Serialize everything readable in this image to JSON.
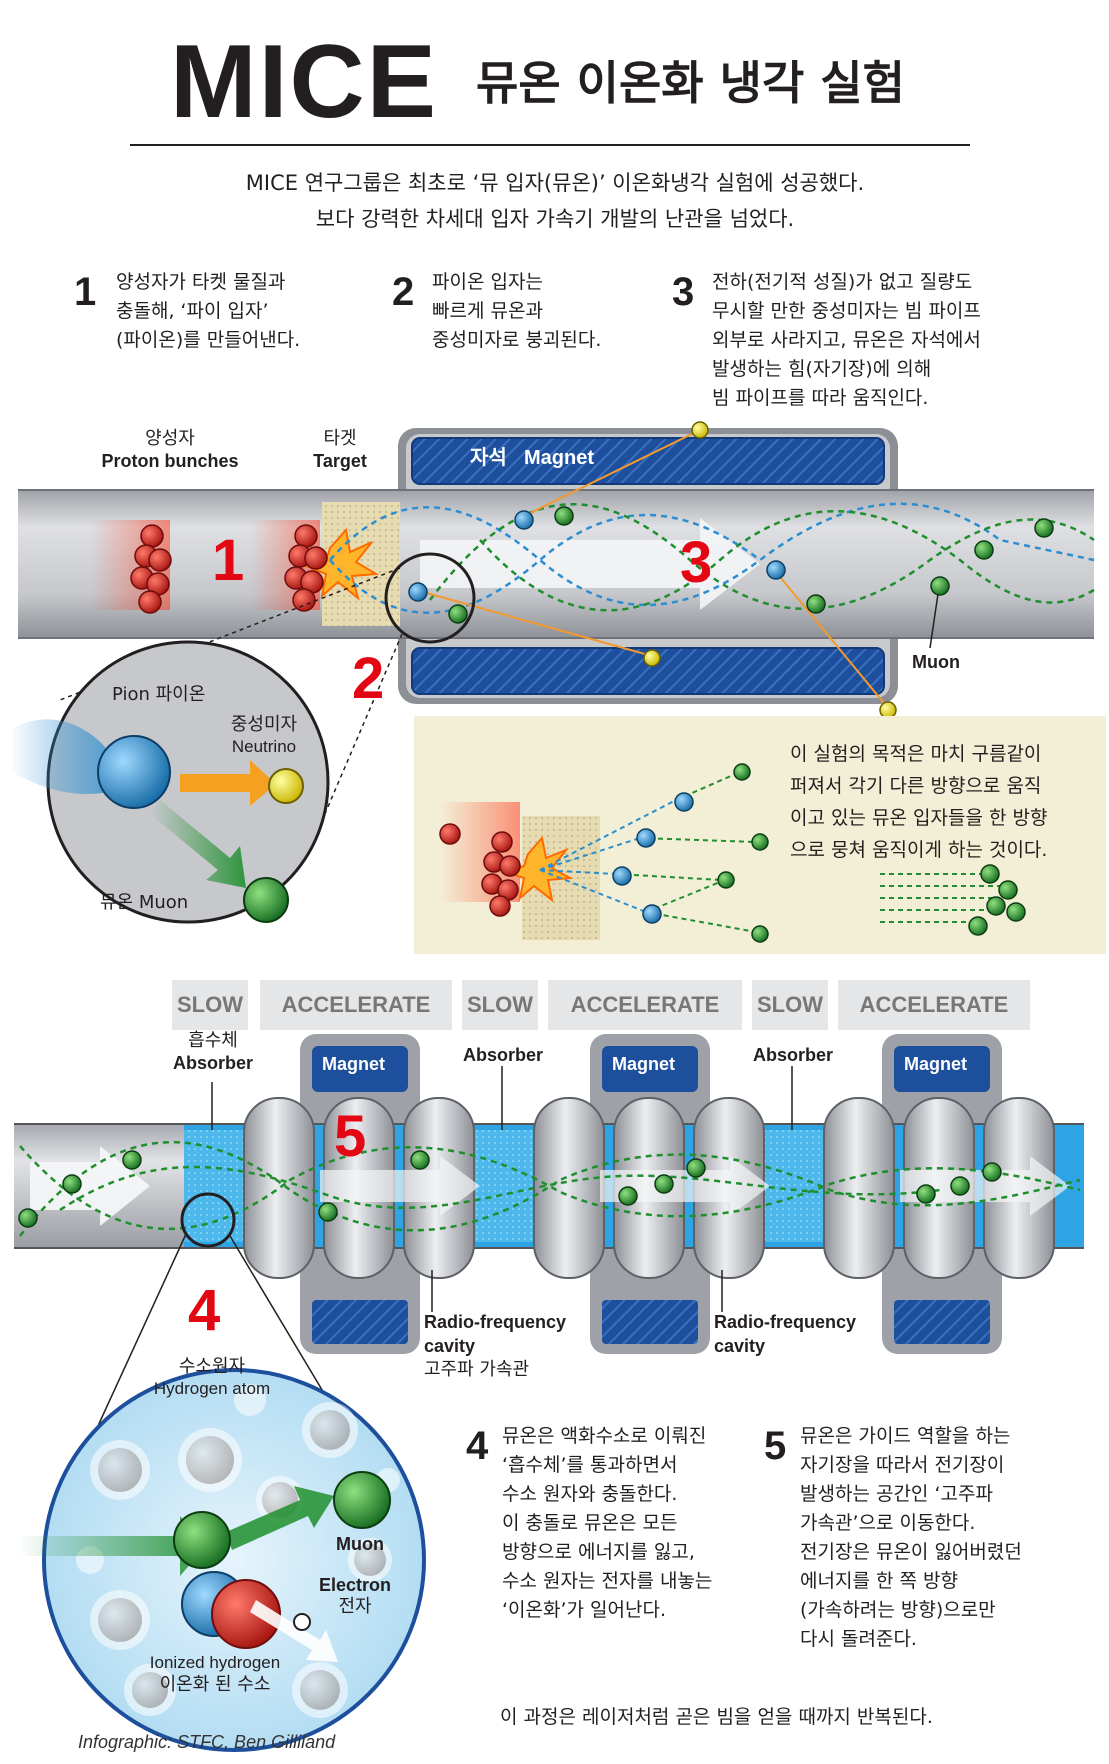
{
  "header": {
    "title": "MICE",
    "subtitle": "뮤온 이온화 냉각 실험",
    "intro_line1": "MICE 연구그룹은 최초로 ‘뮤 입자(뮤온)’ 이온화냉각 실험에 성공했다.",
    "intro_line2": "보다 강력한 차세대 입자 가속기 개발의 난관을 넘었다."
  },
  "steps": [
    {
      "num": "1",
      "lines": [
        "양성자가 타켓 물질과",
        "충돌해, ‘파이 입자’",
        "(파이온)를 만들어낸다."
      ]
    },
    {
      "num": "2",
      "lines": [
        "파이온 입자는",
        "빠르게 뮤온과",
        "중성미자로 붕괴된다."
      ]
    },
    {
      "num": "3",
      "lines": [
        "전하(전기적 성질)가 없고 질량도",
        "무시할 만한 중성미자는 빔 파이프",
        "외부로 사라지고, 뮤온은 자석에서",
        "발생하는 힘(자기장)에 의해",
        "빔 파이프를 따라 움직인다."
      ]
    },
    {
      "num": "4",
      "lines": [
        "뮤온은 액화수소로 이뤄진",
        "‘흡수체’를 통과하면서",
        "수소 원자와 충돌한다.",
        "이 충돌로 뮤온은 모든",
        "방향으로 에너지를 잃고,",
        "수소 원자는 전자를 내놓는",
        "‘이온화’가 일어난다."
      ]
    },
    {
      "num": "5",
      "lines": [
        "뮤온은 가이드 역할을 하는",
        "자기장을 따라서 전기장이",
        "발생하는 공간인 ‘고주파",
        "가속관’으로 이동한다.",
        "전기장은 뮤온이 잃어버렸던",
        "에너지를 한 쪽 방향",
        "(가속하려는 방향)으로만",
        "다시 돌려준다."
      ]
    }
  ],
  "labels": {
    "proton_ko": "양성자",
    "proton_en": "Proton bunches",
    "target_ko": "타겟",
    "target_en": "Target",
    "magnet_ko": "자석",
    "magnet_en": "Magnet",
    "muon_en": "Muon",
    "pion": "Pion 파이온",
    "neutrino_ko": "중성미자",
    "neutrino_en": "Neutrino",
    "muon_pair": "뮤온 Muon",
    "goal_lines": [
      "이 실험의 목적은 마치 구름같이",
      "퍼져서 각기 다른 방향으로 움직",
      "이고 있는 뮤온 입자들을 한 방향",
      "으로 뭉쳐 움직이게 하는 것이다."
    ],
    "slow": "SLOW",
    "accelerate": "ACCELERATE",
    "absorber_ko": "흡수체",
    "absorber_en": "Absorber",
    "magnet_small": "Magnet",
    "rf_line1": "Radio-frequency",
    "rf_line2": "cavity",
    "rf_ko": "고주파 가속관",
    "hydrogen_ko": "수소원자",
    "hydrogen_en": "Hydrogen atom",
    "electron_en": "Electron",
    "electron_ko": "전자",
    "ionized_en": "Ionized hydrogen",
    "ionized_ko": "이온화 된 수소",
    "footer_note": "이 과정은 레이저처럼 곧은 빔을 얻을 때까지 반복된다.",
    "credit": "Infographic: STFC, Ben Gilliland"
  },
  "diagram_numbers": [
    "1",
    "2",
    "3",
    "4",
    "5"
  ],
  "colors": {
    "magnet_blue": "#1d4f9c",
    "pipe_gray": "#c9cbd0",
    "red_number": "#e30613",
    "muon_green": "#1f8f2e",
    "pion_blue": "#2a8fd0",
    "neutrino_yellow": "#f3e000",
    "proton_red": "#c9211e",
    "absorber_blue": "#3fb0e8",
    "goal_panel": "#f3efd6"
  }
}
